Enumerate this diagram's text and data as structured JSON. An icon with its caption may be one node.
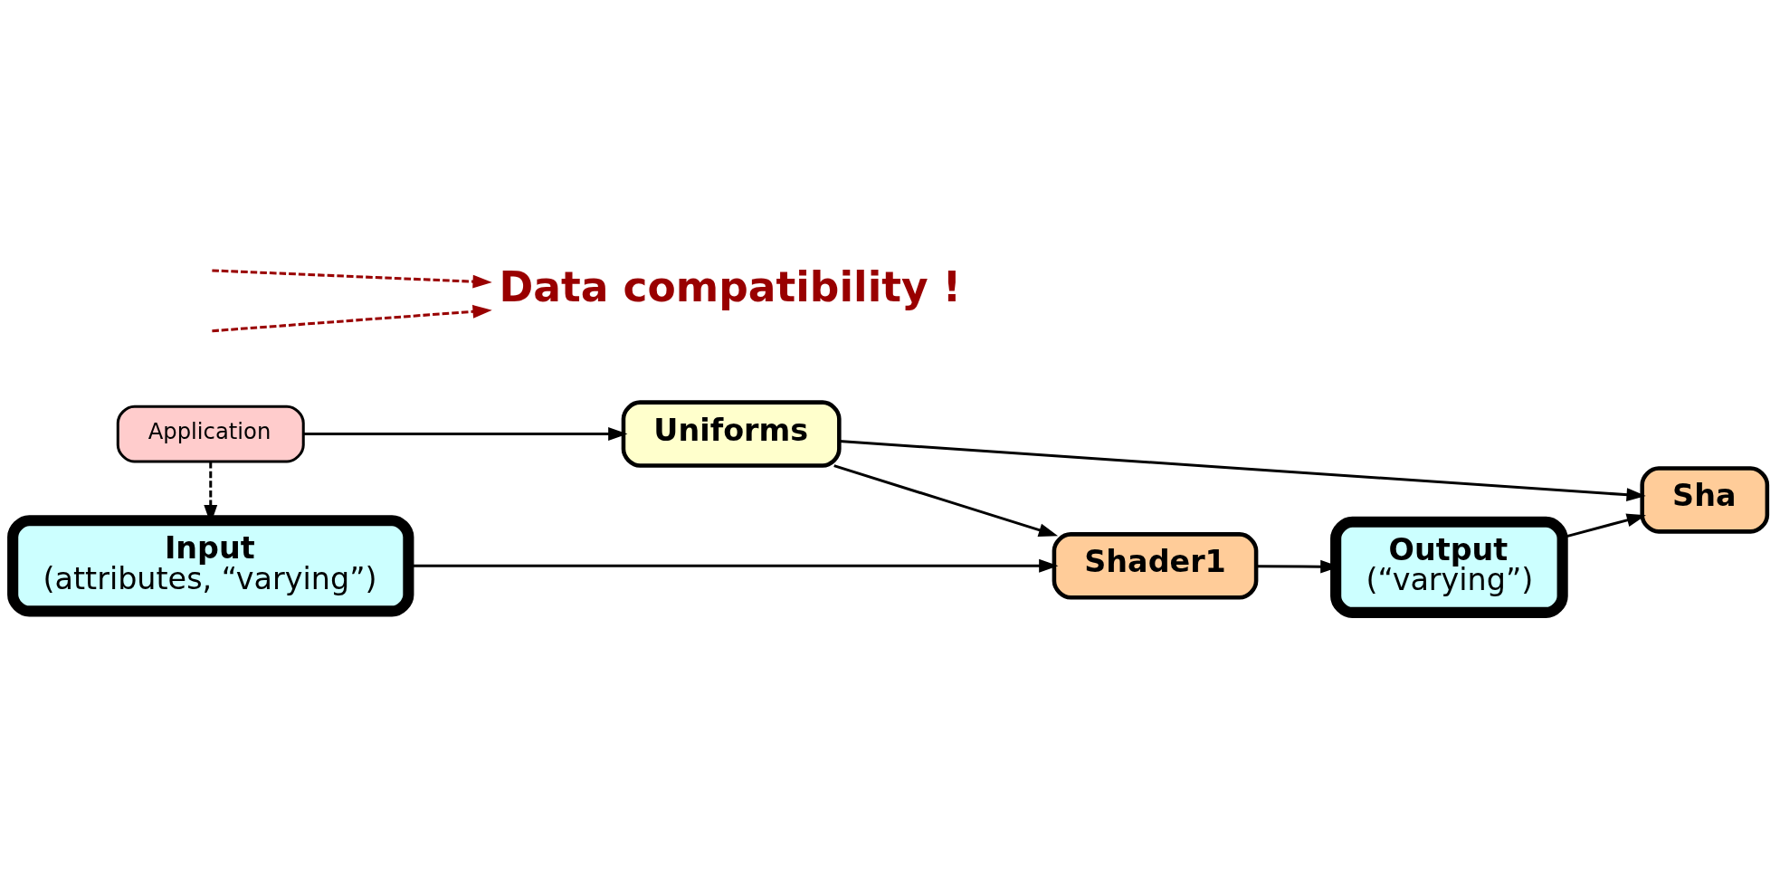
{
  "diagram": {
    "nodes": [
      {
        "text": [
          "Application"
        ]
      },
      {
        "text": [
          "Uniforms"
        ]
      },
      {
        "text": [
          "Input",
          "(attributes, “varying”)"
        ]
      },
      {
        "text": [
          "Shader1"
        ]
      },
      {
        "text": [
          "Output",
          "(“varying”)"
        ]
      },
      {
        "text": [
          "Sha"
        ]
      },
      {
        "text": [
          "Data compatibility !"
        ]
      }
    ],
    "edges": [
      {
        "from": 0,
        "to": 1,
        "arrow": "to"
      },
      {
        "from": 0,
        "to": 2,
        "arrow": "to",
        "style": "dashed"
      },
      {
        "from": 1,
        "to": 3,
        "arrow": "to"
      },
      {
        "from": 1,
        "to": 5,
        "arrow": "to"
      },
      {
        "from": 2,
        "to": 3,
        "arrow": "to"
      },
      {
        "from": 3,
        "to": 4,
        "arrow": "to"
      },
      {
        "from": 4,
        "to": 5,
        "arrow": "to"
      },
      {
        "from": null,
        "to": 6,
        "arrow": "to",
        "style": "dashed",
        "color": "#990000"
      },
      {
        "from": null,
        "to": 6,
        "arrow": "to",
        "style": "dashed",
        "color": "#990000"
      }
    ]
  }
}
